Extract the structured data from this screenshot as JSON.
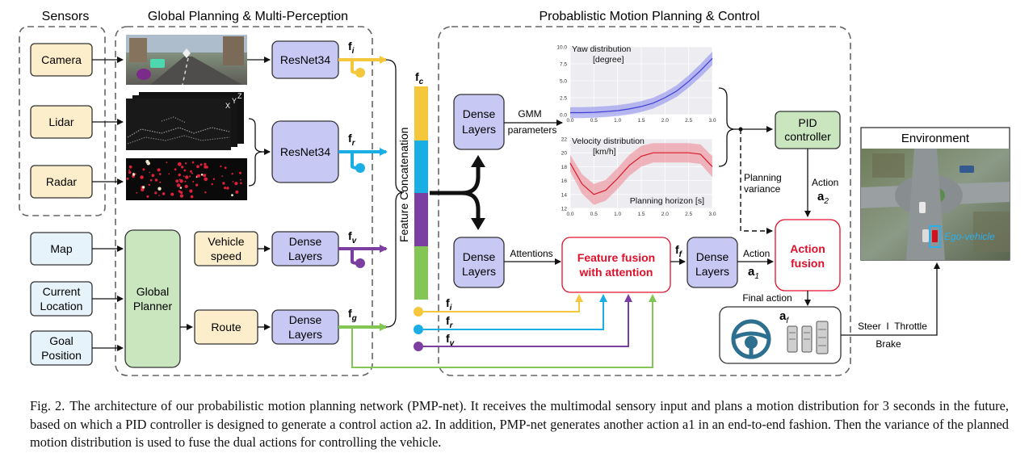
{
  "groups": {
    "sensors": "Sensors",
    "global_planning": "Global Planning & Multi-Perception",
    "motion_planning": "Probablistic Motion Planning & Control"
  },
  "sensors": {
    "camera": "Camera",
    "lidar": "Lidar",
    "radar": "Radar"
  },
  "inputs": {
    "map": "Map",
    "current_location": [
      "Current",
      "Location"
    ],
    "goal_position": [
      "Goal",
      "Position"
    ]
  },
  "global_planner": [
    "Global",
    "Planner"
  ],
  "vehicle_speed": [
    "Vehicle",
    "speed"
  ],
  "route": "Route",
  "resnet": "ResNet34",
  "dense": [
    "Dense",
    "Layers"
  ],
  "features": {
    "f_i": {
      "base": "f",
      "sub": "i"
    },
    "f_r": {
      "base": "f",
      "sub": "r"
    },
    "f_v": {
      "base": "f",
      "sub": "v"
    },
    "f_g": {
      "base": "f",
      "sub": "g"
    },
    "f_c": {
      "base": "f",
      "sub": "c"
    },
    "f_f": {
      "base": "f",
      "sub": "f"
    }
  },
  "concat_label": [
    "Feature",
    "Concatenation"
  ],
  "gmm_label": [
    "GMM",
    "parameters"
  ],
  "attentions_label": "Attentions",
  "feature_fusion": [
    "Feature fusion",
    "with attention"
  ],
  "pid": [
    "PID",
    "controller"
  ],
  "planning_variance": [
    "Planning",
    "variance"
  ],
  "action_a2": {
    "label": "Action",
    "var": "a",
    "sub": "2"
  },
  "action_a1": {
    "label": "Action",
    "var": "a",
    "sub": "1"
  },
  "action_fusion": [
    "Action",
    "fusion"
  ],
  "final_action": {
    "label": "Final action",
    "var": "a",
    "sub": "f"
  },
  "environment": "Environment",
  "ego_vehicle": "Ego-vehicle",
  "controls": {
    "steer_throttle": "Steer  I  Throttle",
    "brake": "Brake"
  },
  "axis_labels": {
    "x_ticks": [
      "0.0",
      "0.5",
      "1.0",
      "1.5",
      "2.0",
      "2.5",
      "3.0"
    ],
    "yaw_y_ticks": [
      "0.0",
      "2.5",
      "5.0",
      "7.5",
      "10.0"
    ],
    "vel_y_ticks": [
      "12",
      "14",
      "16",
      "18",
      "20",
      "22"
    ],
    "planning_horizon": "Planning horizon [s]"
  },
  "colors": {
    "camera": "#f5c73c",
    "lidar_radar": "#1aaee5",
    "vehicle": "#7a3fa0",
    "route": "#84c655",
    "red": "#e0102a",
    "dense_fill": "#c8c8f4",
    "input_fill": "#fdeecb",
    "map_fill": "#e6f3fb",
    "planner_fill": "#c9e6bf"
  },
  "chart_data": [
    {
      "type": "line",
      "title": "Yaw distribution",
      "ylabel": "[degree]",
      "xlabel": "",
      "x": [
        0.0,
        0.25,
        0.5,
        0.75,
        1.0,
        1.25,
        1.5,
        1.75,
        2.0,
        2.25,
        2.5,
        2.75,
        3.0
      ],
      "series": [
        {
          "values": [
            0.3,
            0.3,
            0.35,
            0.45,
            0.6,
            0.85,
            1.2,
            1.7,
            2.5,
            3.5,
            4.9,
            6.5,
            8.3
          ]
        }
      ],
      "band": [
        0.8,
        0.8,
        0.8,
        0.8,
        0.8,
        0.8,
        0.8,
        0.8,
        0.8,
        0.85,
        0.9,
        0.95,
        1.0
      ],
      "xlim": [
        0,
        3
      ],
      "ylim": [
        0,
        10
      ],
      "grid": true
    },
    {
      "type": "line",
      "title": "Velocity distribution",
      "ylabel": "[km/h]",
      "xlabel": "Planning horizon [s]",
      "x": [
        0.0,
        0.25,
        0.5,
        0.75,
        1.0,
        1.25,
        1.5,
        1.75,
        2.0,
        2.25,
        2.5,
        2.75,
        3.0
      ],
      "series": [
        {
          "values": [
            18.5,
            15.5,
            14.0,
            14.6,
            16.3,
            18.2,
            19.5,
            20.0,
            20.0,
            20.0,
            20.0,
            19.8,
            18.0
          ]
        }
      ],
      "band": [
        1.2,
        1.4,
        1.5,
        1.5,
        1.5,
        1.5,
        1.5,
        1.4,
        1.4,
        1.4,
        1.4,
        1.4,
        1.5
      ],
      "xlim": [
        0,
        3
      ],
      "ylim": [
        12,
        22
      ],
      "grid": true
    }
  ],
  "caption": {
    "label": "Fig. 2.",
    "text": "The architecture of our probabilistic motion planning network (PMP-net). It receives the multimodal sensory input and plans a motion distribution for 3 seconds in the future, based on which a PID controller is designed to generate a control action a2. In addition, PMP-net generates another action a1 in an end-to-end fashion. Then the variance of the planned motion distribution is used to fuse the dual actions for controlling the vehicle."
  }
}
